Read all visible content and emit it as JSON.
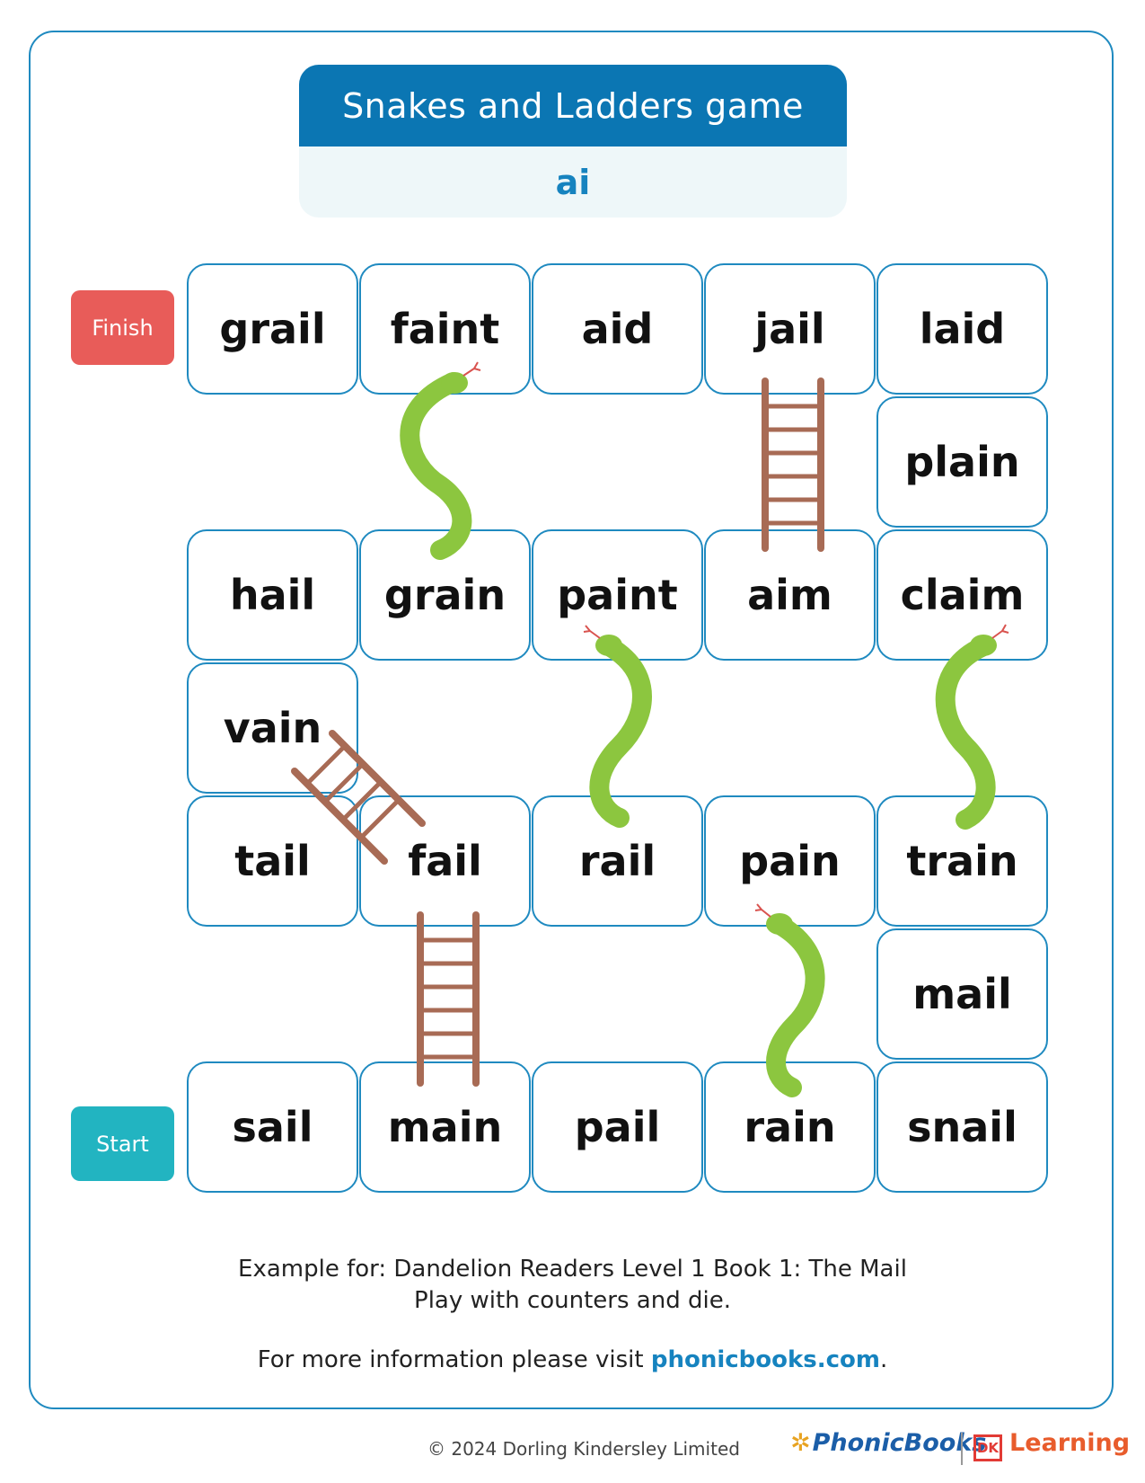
{
  "header": {
    "title": "Snakes and Ladders game",
    "subtitle": "ai"
  },
  "markers": {
    "finish": "Finish",
    "start": "Start"
  },
  "board": {
    "row1": [
      "grail",
      "faint",
      "aid",
      "jail",
      "laid"
    ],
    "connector1": "plain",
    "row2": [
      "hail",
      "grain",
      "paint",
      "aim",
      "claim"
    ],
    "connector2": "vain",
    "row3": [
      "tail",
      "fail",
      "rail",
      "pain",
      "train"
    ],
    "connector3": "mail",
    "row4": [
      "sail",
      "main",
      "pail",
      "rain",
      "snail"
    ]
  },
  "footer": {
    "line1": "Example for: Dandelion Readers Level 1 Book 1: The Mail",
    "line2": "Play with counters and die.",
    "info_prefix": "For more information please visit ",
    "info_link": "phonicbooks.com",
    "info_suffix": ".",
    "copyright": "© 2024 Dorling Kindersley Limited",
    "brand_phonic": "PhonicBooks",
    "brand_dk": "DK",
    "brand_learning": "Learning"
  },
  "colors": {
    "accent_blue": "#0b76b3",
    "cell_border": "#1f8ac0",
    "finish_red": "#e85c59",
    "start_teal": "#22b4c1",
    "snake_green": "#8cc63f",
    "ladder_brown": "#a86b55"
  }
}
